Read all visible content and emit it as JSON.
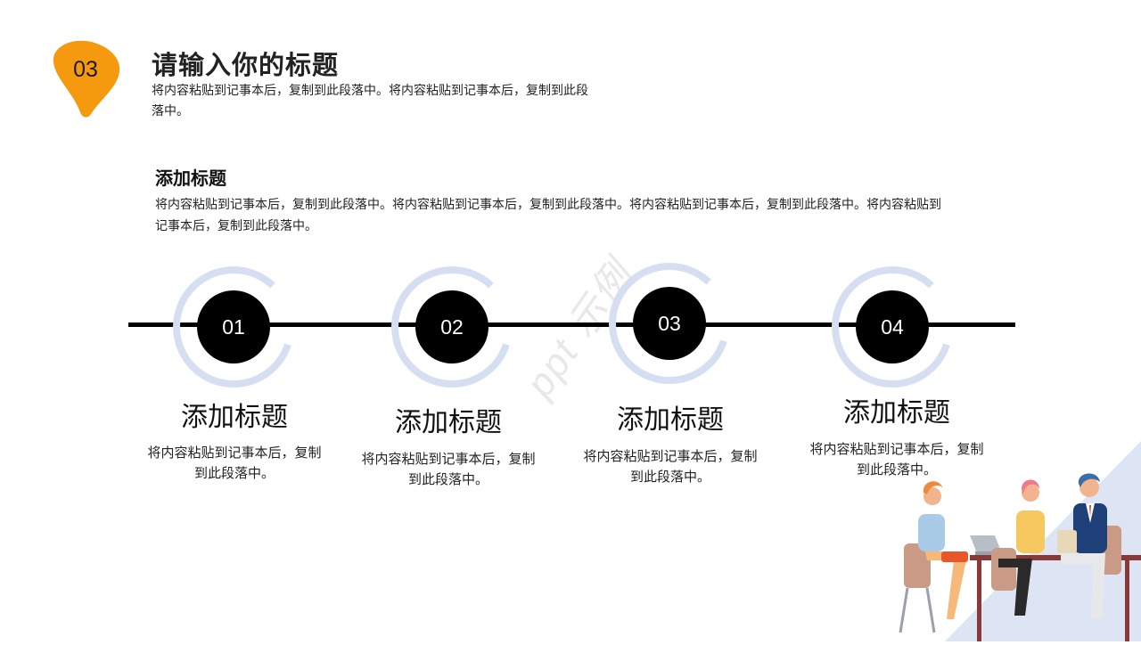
{
  "header": {
    "badge_number": "03",
    "title": "请输入你的标题",
    "description": "将内容粘贴到记事本后，复制到此段落中。将内容粘贴到记事本后，复制到此段落中。"
  },
  "section": {
    "title": "添加标题",
    "description": "将内容粘贴到记事本后，复制到此段落中。将内容粘贴到记事本后，复制到此段落中。将内容粘贴到记事本后，复制到此段落中。将内容粘贴到记事本后，复制到此段落中。"
  },
  "steps": [
    {
      "number": "01",
      "title": "添加标题",
      "description": "将内容粘贴到记事本后，复制到此段落中。"
    },
    {
      "number": "02",
      "title": "添加标题",
      "description": "将内容粘贴到记事本后，复制到此段落中。"
    },
    {
      "number": "03",
      "title": "添加标题",
      "description": "将内容粘贴到记事本后，复制到此段落中。"
    },
    {
      "number": "04",
      "title": "添加标题",
      "description": "将内容粘贴到记事本后，复制到此段落中。"
    }
  ],
  "colors": {
    "accent": "#f59a0e",
    "ring": "#d6dff2",
    "line": "#000000"
  }
}
